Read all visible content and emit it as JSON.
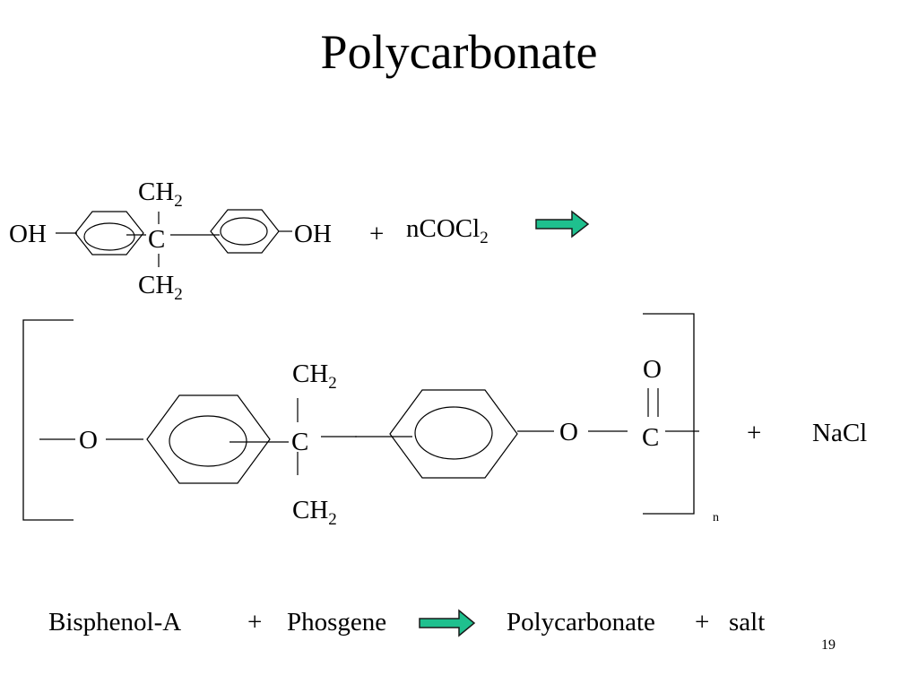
{
  "slide": {
    "title": "Polycarbonate",
    "page_number": "19"
  },
  "reaction1": {
    "oh_left": "OH",
    "oh_right": "OH",
    "ch2_top": "CH",
    "ch2_top_sub": "2",
    "ch2_bottom": "CH",
    "ch2_bottom_sub": "2",
    "center_carbon": "C",
    "plus": "+",
    "reagent": "nCOCl",
    "reagent_sub": "2"
  },
  "polymer": {
    "o_left": "O",
    "o_right": "O",
    "center_carbon": "C",
    "ch2_top": "CH",
    "ch2_top_sub": "2",
    "ch2_bottom": "CH",
    "ch2_bottom_sub": "2",
    "carbonyl_o": "O",
    "carbonyl_c": "C",
    "repeat_n": "n",
    "plus": "+",
    "byproduct": "NaCl"
  },
  "summary": {
    "reactant1": "Bisphenol-A",
    "plus1": "+",
    "reactant2": "Phosgene",
    "product1": "Polycarbonate",
    "plus2": "+",
    "product2": "salt"
  },
  "colors": {
    "arrow_fill": "#1fc08e",
    "arrow_stroke": "#1a1a1a",
    "ink": "#000000"
  },
  "icons": {
    "reaction_arrow": "right-arrow-icon"
  }
}
